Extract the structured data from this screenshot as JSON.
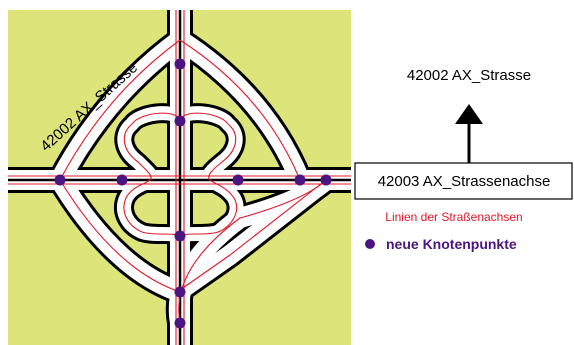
{
  "diagram": {
    "road_label": "42002 AX_Strasse",
    "legend": {
      "road_label": "42002 AX_Strasse",
      "axis_label": "42003 AX_Strassenachse",
      "axis_lines_label": "Linien der Straßenachsen",
      "nodes_label": "neue Knotenpunkte"
    },
    "colors": {
      "land": "#dce47a",
      "road_surface": "#ffffff",
      "road_outline": "#000000",
      "axis_line": "#e0182a",
      "node": "#4a1580",
      "legend_red_text": "#e0182a",
      "legend_purple_text": "#4a1580"
    }
  }
}
